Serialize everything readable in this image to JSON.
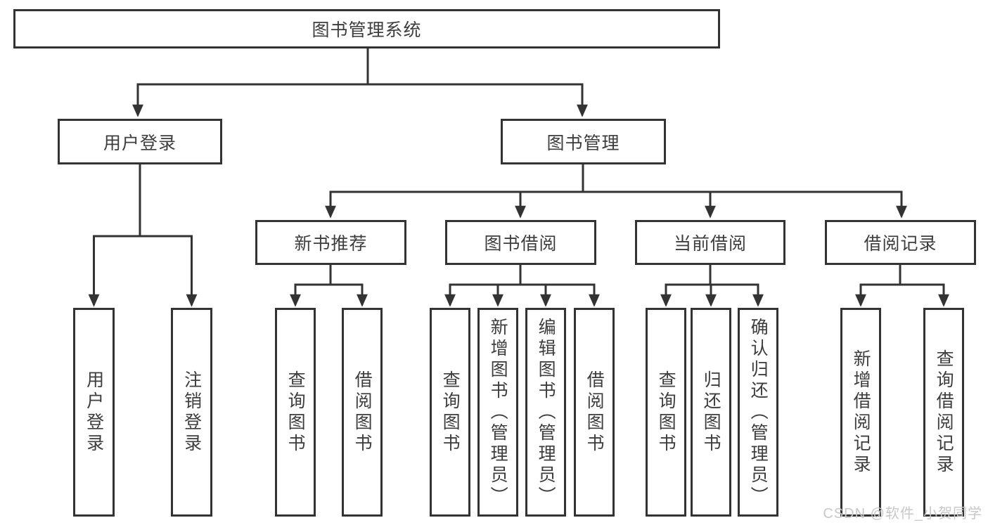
{
  "diagram": {
    "title": "图书管理系统",
    "nodes": {
      "root": "图书管理系统",
      "level2": [
        "用户登录",
        "图书管理"
      ],
      "level3": [
        "新书推荐",
        "图书借阅",
        "当前借阅",
        "借阅记录"
      ],
      "leaves": [
        "用户登录",
        "注销登录",
        "查询图书",
        "借阅图书",
        "查询图书",
        "新增图书（管理员）",
        "编辑图书（管理员）",
        "借阅图书",
        "查询图书",
        "归还图书",
        "确认归还（管理员）",
        "新增借阅记录",
        "查询借阅记录"
      ]
    },
    "structure": [
      {
        "parent": "图书管理系统",
        "children": [
          "用户登录",
          "图书管理"
        ]
      },
      {
        "parent": "用户登录",
        "children": [
          "用户登录",
          "注销登录"
        ]
      },
      {
        "parent": "图书管理",
        "children": [
          "新书推荐",
          "图书借阅",
          "当前借阅",
          "借阅记录"
        ]
      },
      {
        "parent": "新书推荐",
        "children": [
          "查询图书",
          "借阅图书"
        ]
      },
      {
        "parent": "图书借阅",
        "children": [
          "查询图书",
          "新增图书（管理员）",
          "编辑图书（管理员）",
          "借阅图书"
        ]
      },
      {
        "parent": "当前借阅",
        "children": [
          "查询图书",
          "归还图书",
          "确认归还（管理员）"
        ]
      },
      {
        "parent": "借阅记录",
        "children": [
          "新增借阅记录",
          "查询借阅记录"
        ]
      }
    ],
    "colors": {
      "line": "#333333",
      "box_border": "#333333",
      "text": "#3d3d3d",
      "background": "#ffffff",
      "watermark": "#c8c8c8"
    }
  },
  "watermark": {
    "text": "CSDN @软件_小贺同学"
  }
}
